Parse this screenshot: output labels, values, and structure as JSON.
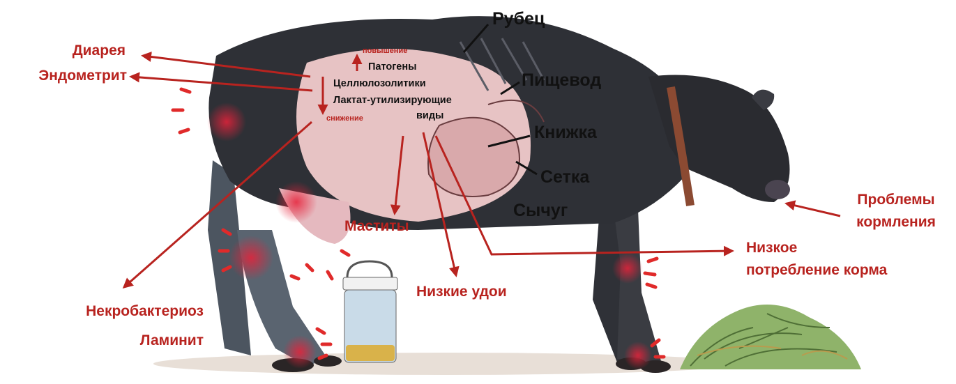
{
  "colors": {
    "accent_red": "#b8231f",
    "cow_black": "#2a2a30",
    "belly_pink": "#e7c3c4",
    "hay_green": "#7aa35a"
  },
  "icons": [
    "cow-illustration",
    "milk-can-icon",
    "hay-pile-icon"
  ],
  "stomach_labels": {
    "rumen": "Рубец",
    "esophagus": "Пищевод",
    "omasum": "Книжка",
    "reticulum": "Сетка",
    "abomasum": "Сычуг"
  },
  "rumen_flora": {
    "increase": "повышение",
    "pathogens": "Патогены",
    "cellulolytics": "Целлюлозолитики",
    "lactate_line1": "Лактат-утилизирующие",
    "lactate_line2": "виды",
    "decrease": "снижение"
  },
  "consequences": {
    "diarrhea": "Диарея",
    "endometritis": "Эндометрит",
    "mastitis": "Маститы",
    "low_milk": "Низкие удои",
    "low_intake_line1": "Низкое",
    "low_intake_line2": "потребление корма",
    "necrobacteriosis": "Некробактериоз",
    "laminitis": "Ламинит"
  },
  "cause": {
    "line1": "Проблемы",
    "line2": "кормления"
  }
}
